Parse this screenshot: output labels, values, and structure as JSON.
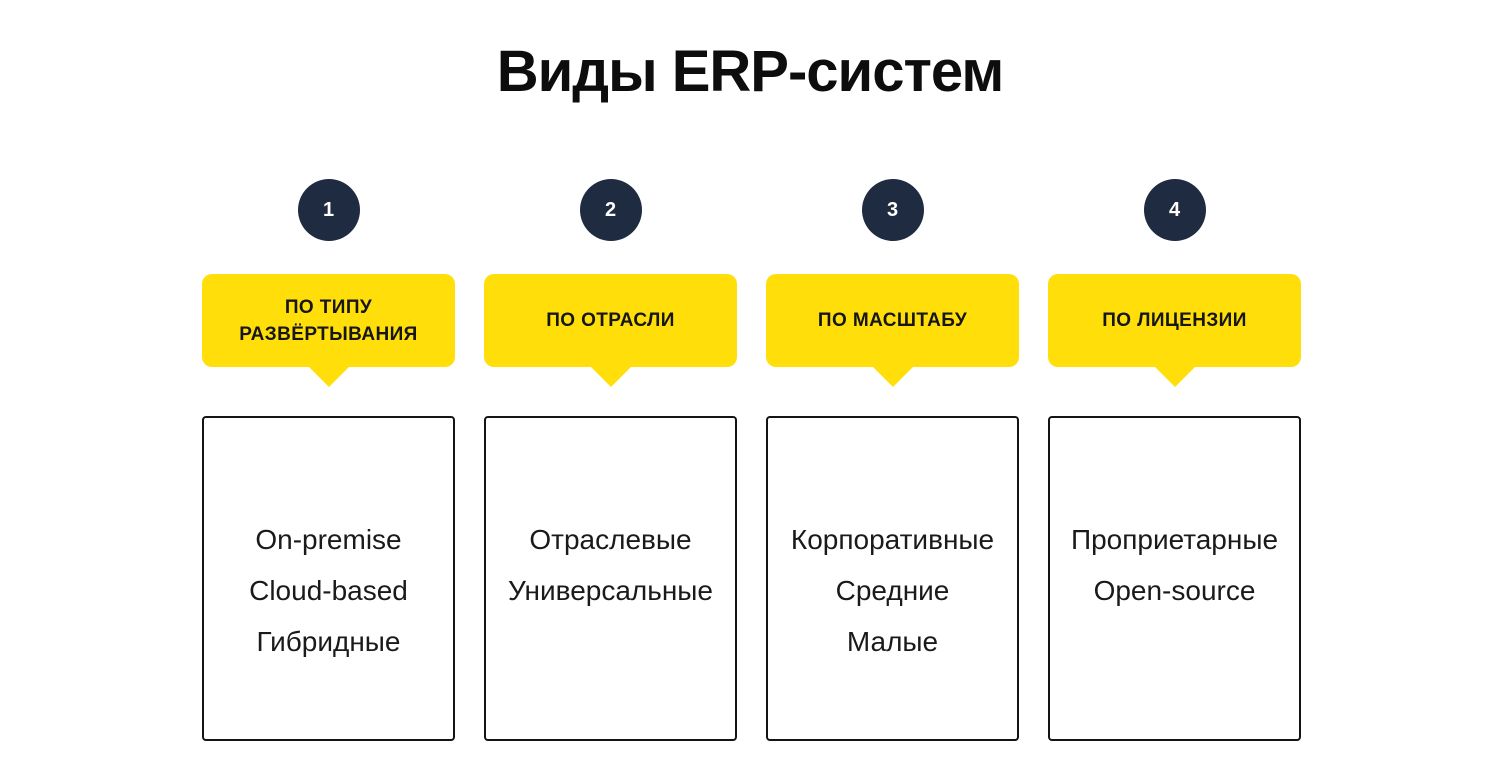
{
  "title": "Виды ERP-систем",
  "colors": {
    "background": "#ffffff",
    "accent_yellow": "#ffde0a",
    "circle_navy": "#1f2b40",
    "tab_text": "#161616",
    "title_color": "#0d0d0d",
    "box_border": "#141414",
    "item_text": "#1a1a1a"
  },
  "columns": [
    {
      "number": "1",
      "category": "ПО ТИПУ РАЗВЁРТЫВАНИЯ",
      "items": [
        "On-premise",
        "Cloud-based",
        "Гибридные"
      ]
    },
    {
      "number": "2",
      "category": "ПО ОТРАСЛИ",
      "items": [
        "Отраслевые",
        "Универсальные"
      ]
    },
    {
      "number": "3",
      "category": "ПО МАСШТАБУ",
      "items": [
        "Корпоративные",
        "Средние",
        "Малые"
      ]
    },
    {
      "number": "4",
      "category": "ПО ЛИЦЕНЗИИ",
      "items": [
        "Проприетарные",
        "Open-source"
      ]
    }
  ]
}
